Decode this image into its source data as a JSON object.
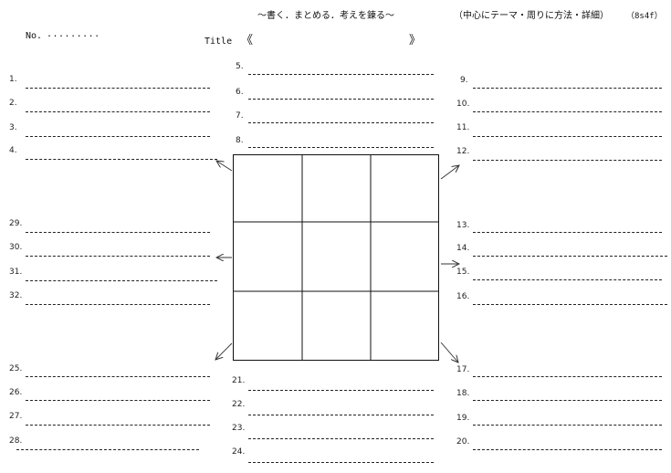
{
  "header": {
    "subtitle": "～書く．まとめる．考えを錬る～",
    "note": "（中心にテーマ・周りに方法・詳細）",
    "code": "（8s4f）",
    "number_label": "No.",
    "number_blank": ".........",
    "title_label": "Title",
    "title_open": "《",
    "title_close": "》"
  },
  "items": [
    {
      "n": "1."
    },
    {
      "n": "2."
    },
    {
      "n": "3."
    },
    {
      "n": "4."
    },
    {
      "n": "5."
    },
    {
      "n": "6."
    },
    {
      "n": "7."
    },
    {
      "n": "8."
    },
    {
      "n": "9."
    },
    {
      "n": "10."
    },
    {
      "n": "11."
    },
    {
      "n": "12."
    },
    {
      "n": "13."
    },
    {
      "n": "14."
    },
    {
      "n": "15."
    },
    {
      "n": "16."
    },
    {
      "n": "17."
    },
    {
      "n": "18."
    },
    {
      "n": "19."
    },
    {
      "n": "20."
    },
    {
      "n": "21."
    },
    {
      "n": "22."
    },
    {
      "n": "23."
    },
    {
      "n": "24."
    },
    {
      "n": "25."
    },
    {
      "n": "26."
    },
    {
      "n": "27."
    },
    {
      "n": "28."
    },
    {
      "n": "29."
    },
    {
      "n": "30."
    },
    {
      "n": "31."
    },
    {
      "n": "32."
    }
  ],
  "grid": {
    "rows": 3,
    "cols": 3
  }
}
